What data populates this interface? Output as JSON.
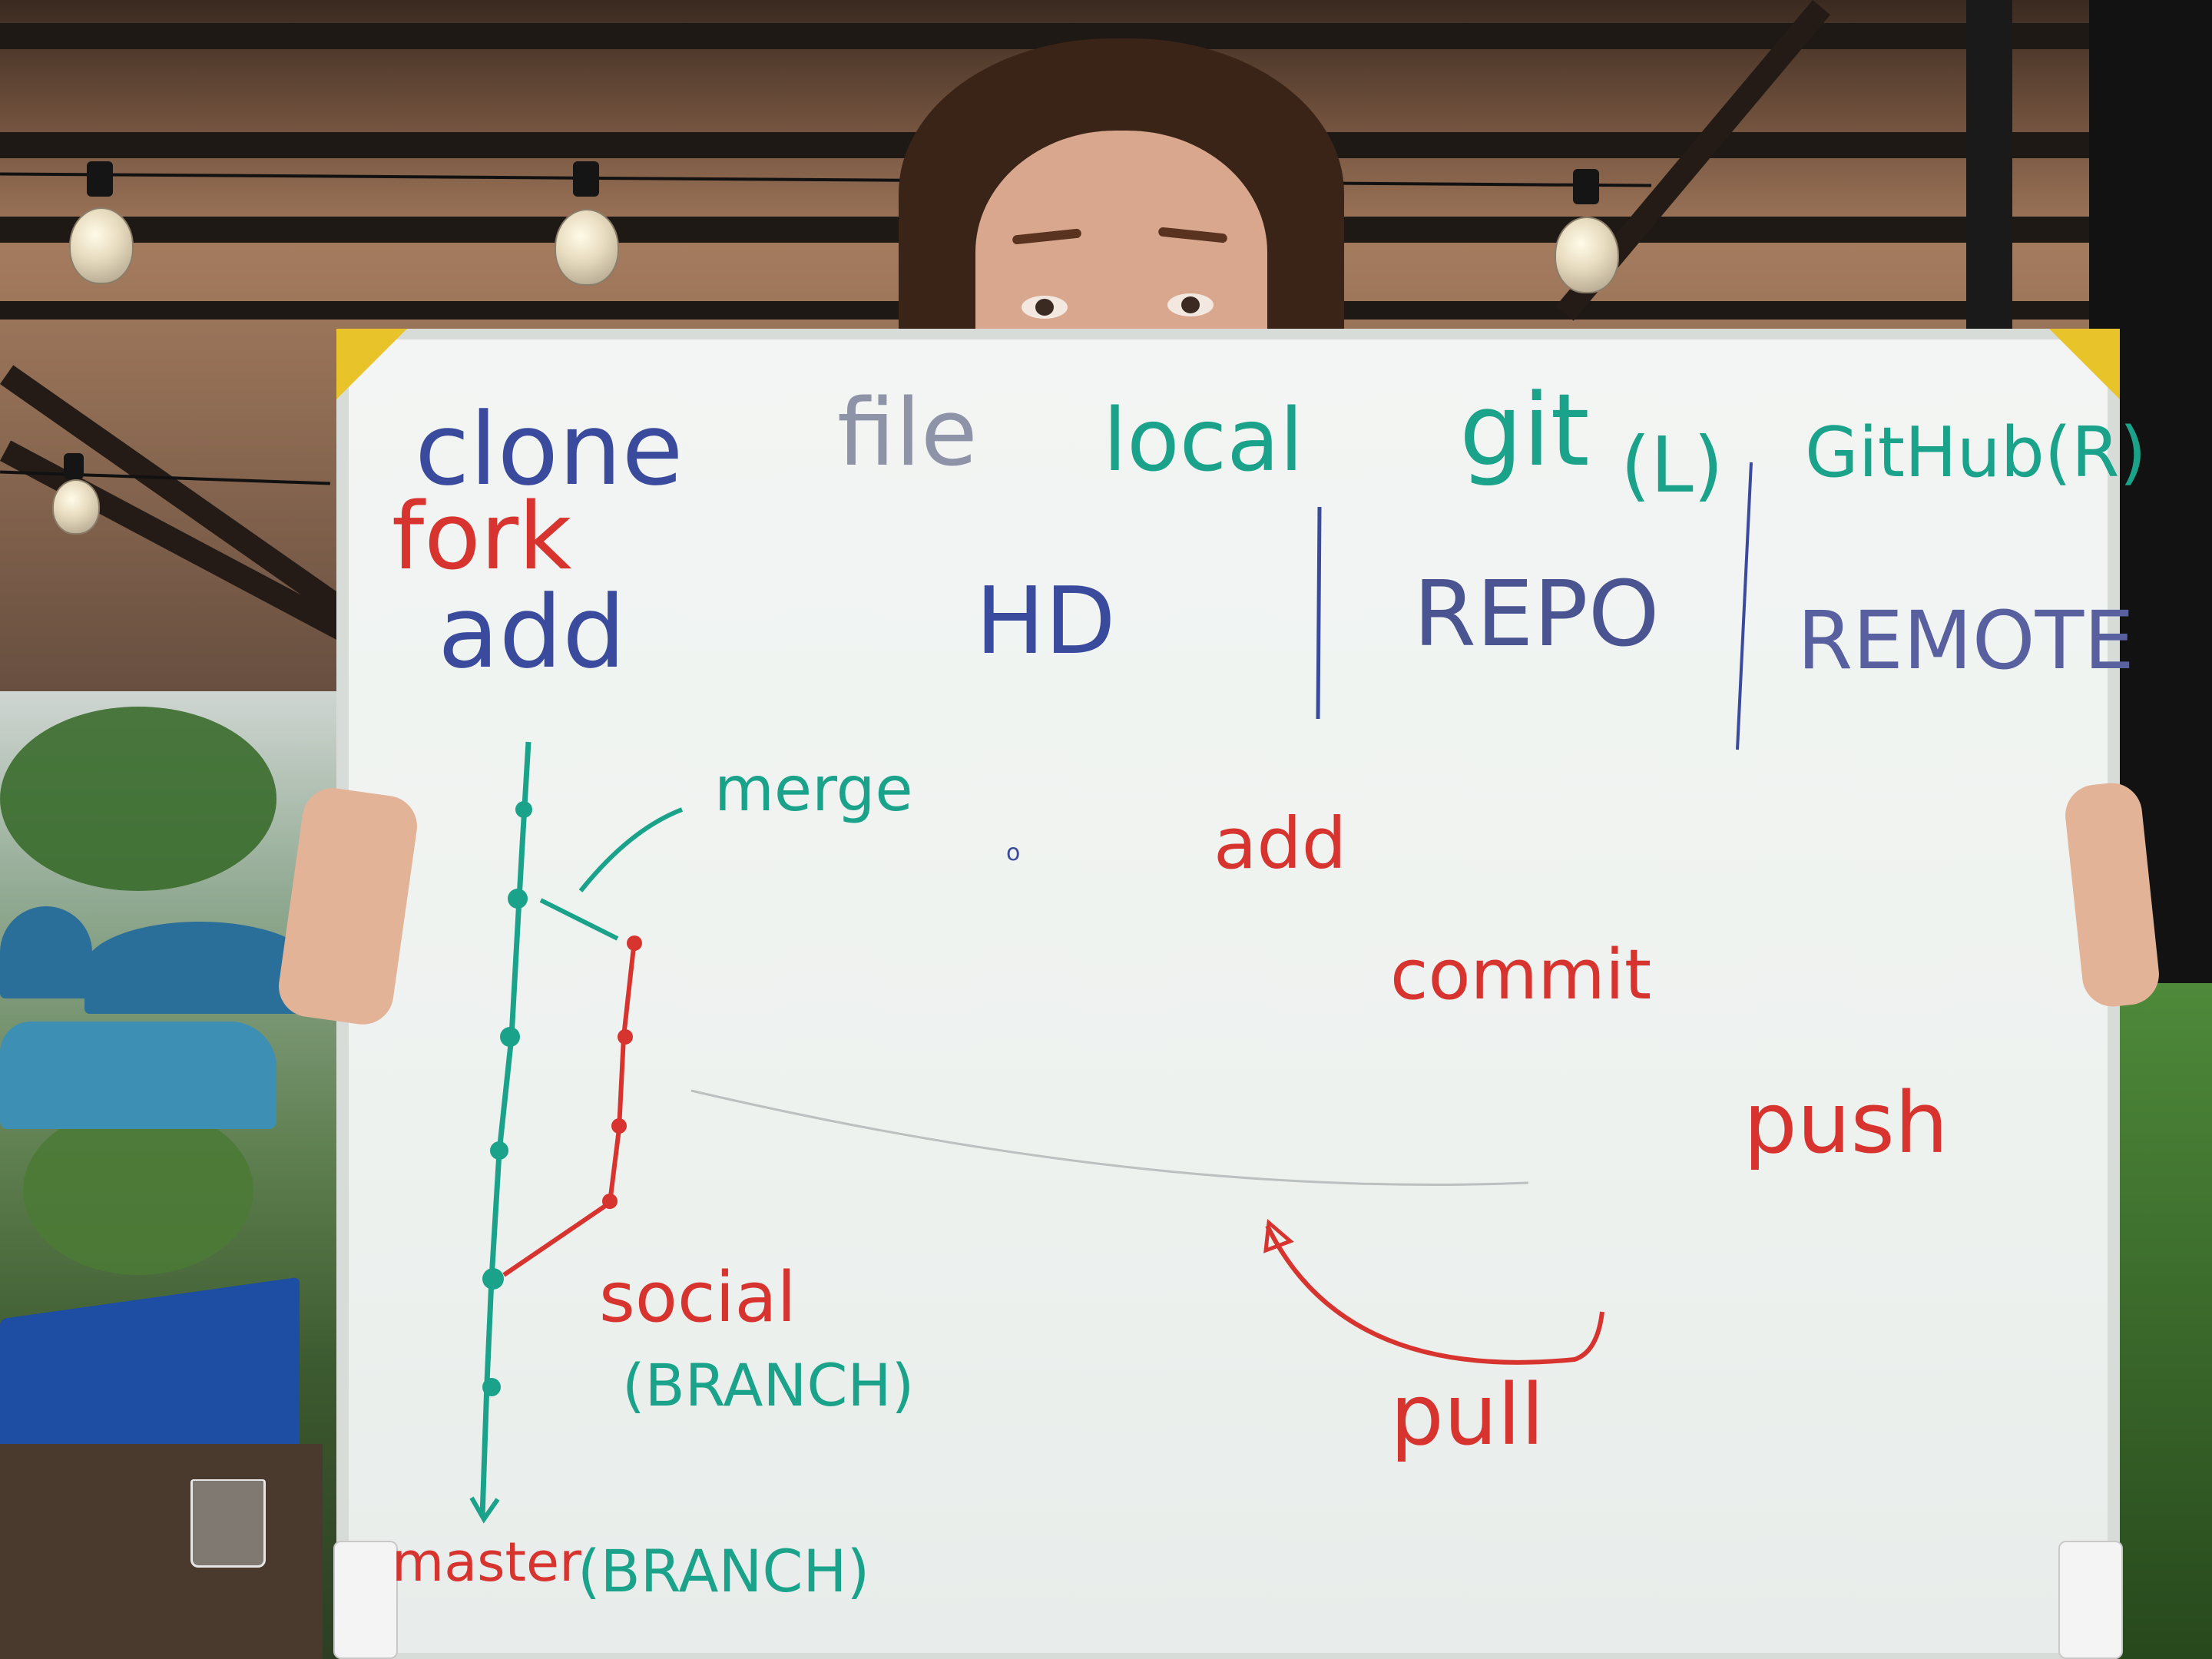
{
  "whiteboard": {
    "labels": {
      "clone": "clone",
      "fork": "fork",
      "add_left": "add",
      "file": "file",
      "local": "local",
      "git": "git",
      "git_paren": "(L)",
      "github": "GitHub(R)",
      "hd": "HD",
      "repo": "REPO",
      "remote": "REMOTE",
      "merge": "merge",
      "add_mid": "add",
      "commit": "commit",
      "push": "push",
      "pull": "pull",
      "social": "social",
      "social_branch": "(BRANCH)",
      "master": "master",
      "master_branch": "(BRANCH)"
    },
    "colors": {
      "blue_marker": "#3a4a9c",
      "green_marker": "#1aa38a",
      "red_marker": "#d8342f",
      "faint_blue": "#7f86b8"
    }
  }
}
